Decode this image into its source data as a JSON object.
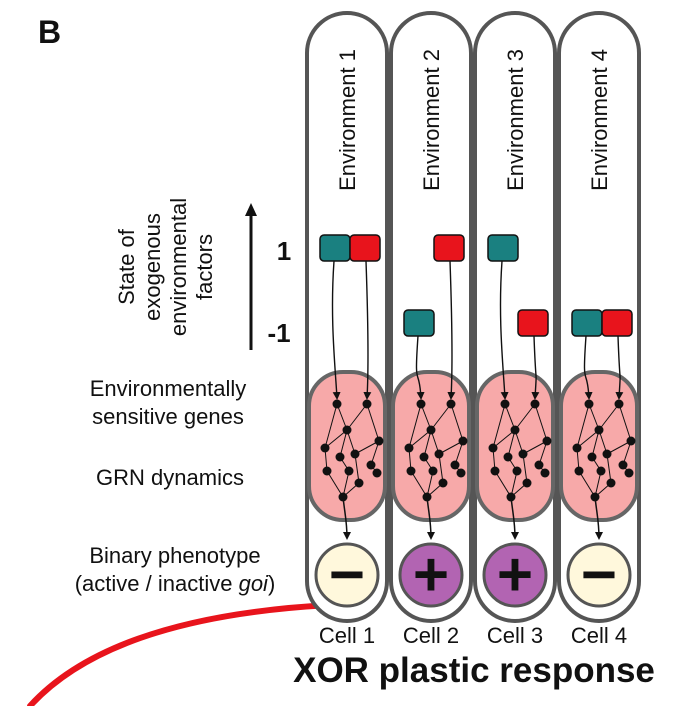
{
  "panel_label": "B",
  "y_axis": {
    "label_lines": [
      "State of",
      "exogenous",
      "environmental",
      "factors"
    ],
    "tick_high": "1",
    "tick_low": "-1"
  },
  "row_labels": {
    "sensitive_genes": [
      "Environmentally",
      "sensitive genes"
    ],
    "grn": "GRN dynamics",
    "phenotype_line1": "Binary phenotype",
    "phenotype_line2_prefix": "(active / inactive ",
    "phenotype_line2_italic": "goi",
    "phenotype_line2_suffix": ")"
  },
  "columns": [
    {
      "environment": "Environment 1",
      "cell": "Cell 1",
      "teal_state": 1,
      "red_state": 1,
      "phenotype": "−"
    },
    {
      "environment": "Environment 2",
      "cell": "Cell 2",
      "teal_state": -1,
      "red_state": 1,
      "phenotype": "+"
    },
    {
      "environment": "Environment 3",
      "cell": "Cell 3",
      "teal_state": 1,
      "red_state": -1,
      "phenotype": "+"
    },
    {
      "environment": "Environment 4",
      "cell": "Cell 4",
      "teal_state": -1,
      "red_state": -1,
      "phenotype": "−"
    }
  ],
  "title": "XOR plastic response",
  "colors": {
    "teal": "#1a8080",
    "red": "#e8141c",
    "grn_fill": "#f7a9a9",
    "minus_fill": "#fff8dc",
    "plus_fill": "#b264b2",
    "curve": "#e8141c"
  }
}
